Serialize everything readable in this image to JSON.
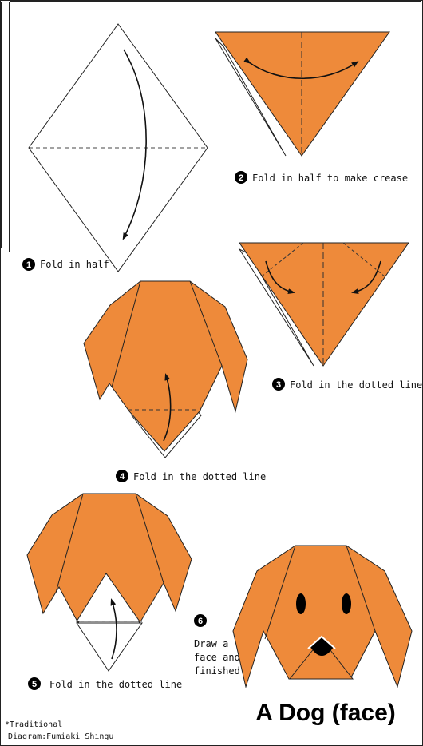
{
  "colors": {
    "paper_orange": "#ee8a3a",
    "paper_white": "#ffffff",
    "outline": "#222222",
    "badge": "#000000"
  },
  "steps": [
    {
      "number": "1",
      "text": "Fold in half"
    },
    {
      "number": "2",
      "text": "Fold in half to make crease"
    },
    {
      "number": "3",
      "text": "Fold in the dotted line"
    },
    {
      "number": "4",
      "text": "Fold in the dotted line"
    },
    {
      "number": "5",
      "text": "Fold in the dotted line"
    },
    {
      "number": "6",
      "lines": [
        "Draw a",
        "face and",
        "finished"
      ]
    }
  ],
  "title": "A Dog (face)",
  "credits": {
    "line1": "*Traditional",
    "line2": "Diagram:Fumiaki Shingu"
  }
}
